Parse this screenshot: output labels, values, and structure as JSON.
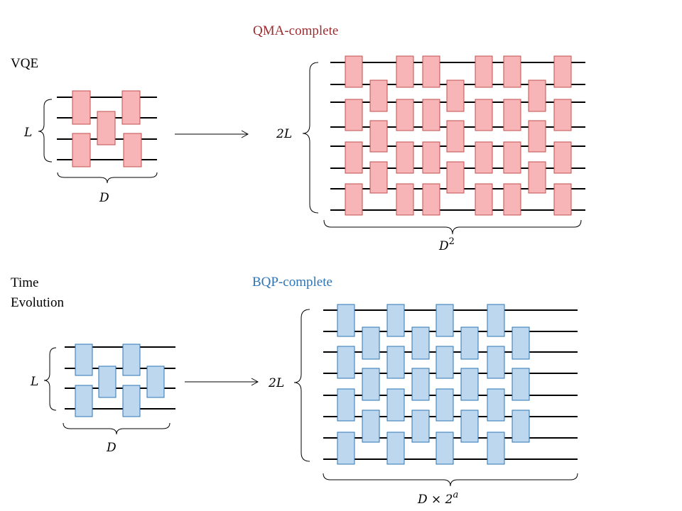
{
  "colors": {
    "qma_title": "#9b2d30",
    "bqp_title": "#2e75b6",
    "gate_red_fill": "#f8b5b8",
    "gate_red_stroke": "#c0504d",
    "gate_blue_fill": "#bdd7ee",
    "gate_blue_stroke": "#2e75b6"
  },
  "top": {
    "row_label": "VQE",
    "class_title": "QMA-complete",
    "small_height_label": "L",
    "small_width_label": "D",
    "large_height_label": "2L",
    "large_width_label": "D^2",
    "large_width_base": "D",
    "large_width_exp": "2"
  },
  "bottom": {
    "row_label_line1": "Time",
    "row_label_line2": "Evolution",
    "class_title": "BQP-complete",
    "small_height_label": "L",
    "small_width_label": "D",
    "large_height_label": "2L",
    "large_width_label": "D × 2^a",
    "large_width_base": "D × 2",
    "large_width_exp": "a"
  }
}
